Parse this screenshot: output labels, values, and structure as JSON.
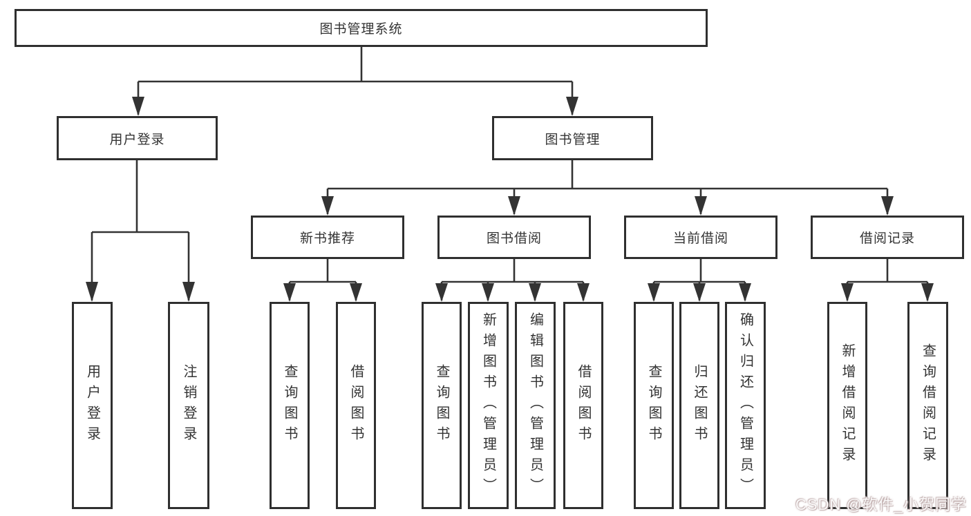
{
  "colors": {
    "line": "#333333",
    "text": "#333333",
    "box_background": "#ffffff",
    "page_background": "#ffffff",
    "watermark_text": "#e8dcdc"
  },
  "watermark": {
    "text": "CSDN @软件_小贺同学"
  },
  "tree": {
    "root": {
      "label": "图书管理系统"
    },
    "branches": [
      {
        "label": "用户登录",
        "children": [
          {
            "label": "用户登录"
          },
          {
            "label": "注销登录"
          }
        ]
      },
      {
        "label": "图书管理",
        "children": [
          {
            "label": "新书推荐",
            "children": [
              {
                "label": "查询图书"
              },
              {
                "label": "借阅图书"
              }
            ]
          },
          {
            "label": "图书借阅",
            "children": [
              {
                "label": "查询图书"
              },
              {
                "label": "新增图书（管理员）"
              },
              {
                "label": "编辑图书（管理员）"
              },
              {
                "label": "借阅图书"
              }
            ]
          },
          {
            "label": "当前借阅",
            "children": [
              {
                "label": "查询图书"
              },
              {
                "label": "归还图书"
              },
              {
                "label": "确认归还（管理员）"
              }
            ]
          },
          {
            "label": "借阅记录",
            "children": [
              {
                "label": "新增借阅记录"
              },
              {
                "label": "查询借阅记录"
              }
            ]
          }
        ]
      }
    ]
  }
}
